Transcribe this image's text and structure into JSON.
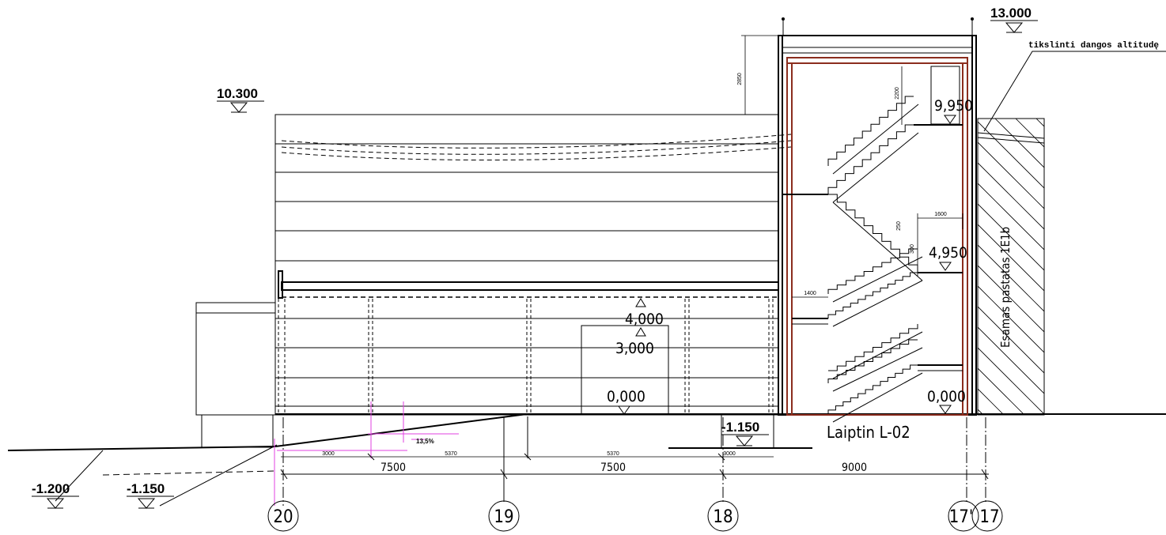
{
  "elevations": {
    "roof_main": "10.300",
    "roof_stair": "13.000",
    "ground_left": "-1.200",
    "ground_mid": "-1.150",
    "ground_right": "-1.150"
  },
  "levels": {
    "door_top": "4,000",
    "door_mid": "3,000",
    "door_floor": "0,000",
    "stair_top": "9,950",
    "stair_mid": "4,950",
    "stair_floor": "0,000"
  },
  "notes": {
    "roof_note": "tikslinti dangos altitudę",
    "existing_building": "Esamas pastatas 1E1b",
    "stair_label": "Laiptin  L-02"
  },
  "dimensions": {
    "bay1": "7500",
    "bay2": "7500",
    "bay3": "9000",
    "sub_3000a": "3000",
    "sub_5370a": "5370",
    "sub_5370b": "5370",
    "sub_3000b": "3000",
    "slope": "13,5%",
    "stair_2850": "2850",
    "stair_2200": "2200",
    "stair_1600": "1600",
    "stair_1400": "1400",
    "stair_250": "250",
    "stair_300": "300"
  },
  "axes": {
    "a20": "20",
    "a19": "19",
    "a18": "18",
    "a17a": "17'",
    "a17b": "17"
  },
  "colors": {
    "line": "#000000",
    "wall_red": "#8b2d1e",
    "magenta": "#e040e0"
  }
}
